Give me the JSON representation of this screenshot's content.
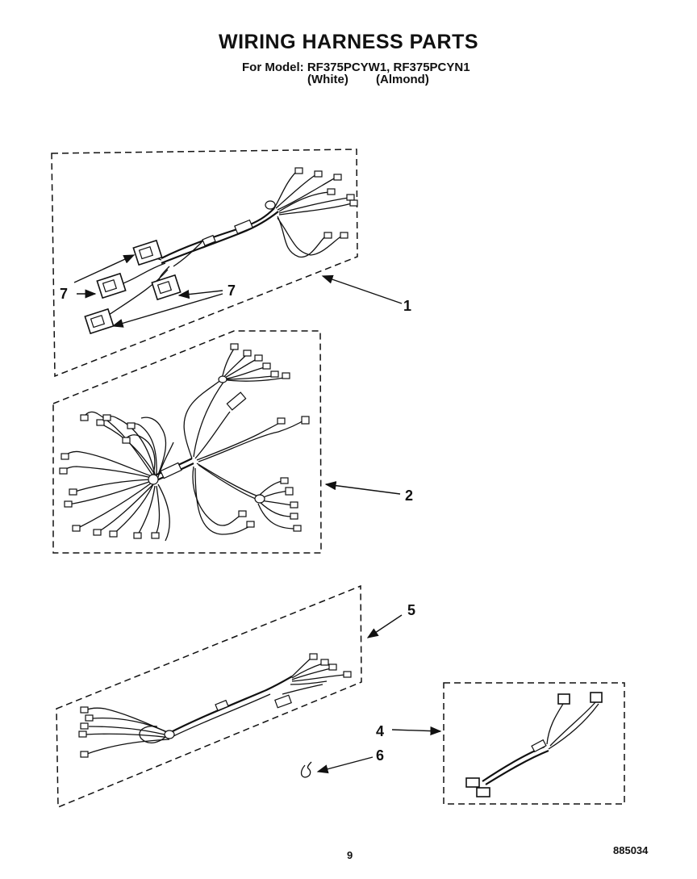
{
  "header": {
    "title": "WIRING HARNESS PARTS",
    "model_line": "For Model: RF375PCYW1, RF375PCYN1",
    "variant_white": "(White)",
    "variant_almond": "(Almond)"
  },
  "callouts": {
    "c1": "1",
    "c2": "2",
    "c4": "4",
    "c5": "5",
    "c6": "6",
    "c7_left": "7",
    "c7_right": "7"
  },
  "footer": {
    "page_number": "9",
    "doc_number": "885034"
  }
}
